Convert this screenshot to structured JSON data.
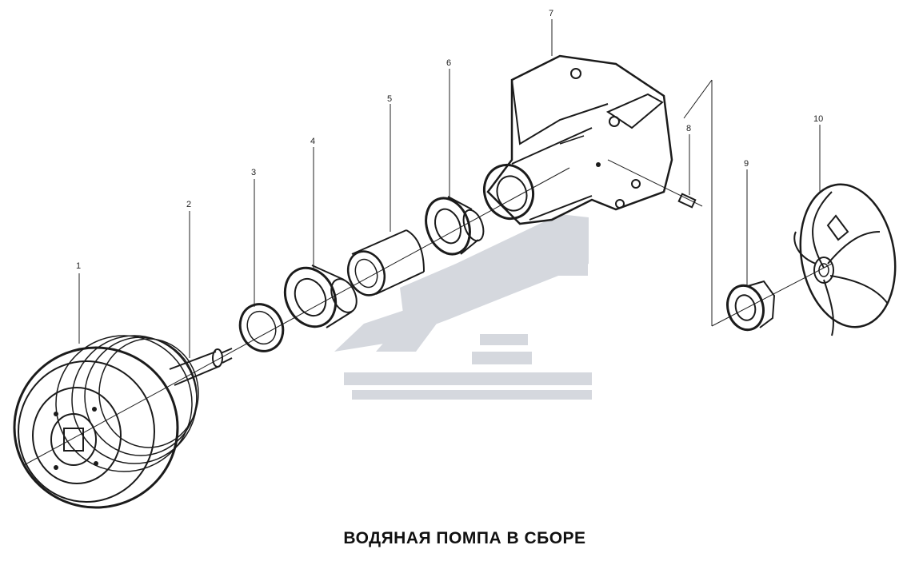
{
  "caption": "ВОДЯНАЯ ПОМПА В СБОРЕ",
  "parts": [
    {
      "label": "1",
      "icon": "pulley-icon"
    },
    {
      "label": "2",
      "icon": "shaft-icon"
    },
    {
      "label": "3",
      "icon": "washer-icon"
    },
    {
      "label": "4",
      "icon": "bearing-icon"
    },
    {
      "label": "5",
      "icon": "spacer-sleeve-icon"
    },
    {
      "label": "6",
      "icon": "bearing-icon"
    },
    {
      "label": "7",
      "icon": "pump-housing-icon"
    },
    {
      "label": "8",
      "icon": "plug-icon"
    },
    {
      "label": "9",
      "icon": "seal-icon"
    },
    {
      "label": "10",
      "icon": "impeller-icon"
    }
  ],
  "colors": {
    "ink": "#1b1b1b",
    "watermark": "#d3d6dd"
  },
  "watermark": {
    "icon": "chevron-logo-icon"
  }
}
